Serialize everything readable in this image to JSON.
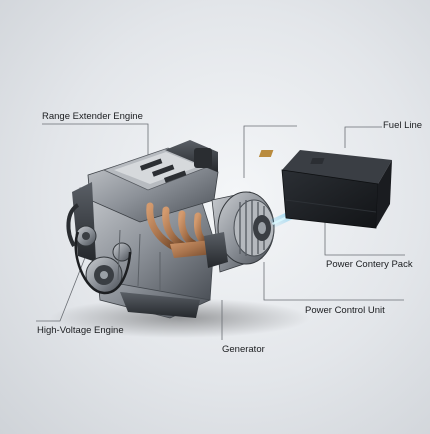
{
  "labels": {
    "range_extender_engine": "Range Extender Engine",
    "fuel_line": "Fuel Line",
    "power_battery_pack": "Power Contery Pack",
    "power_control_unit": "Power Control Unit",
    "high_voltage_engine": "High-Voltage Engine",
    "generator": "Generator"
  },
  "colors": {
    "background": "#e3e6ea",
    "leader_line": "#6a6e74",
    "battery_body": "#1e2125",
    "energy_beam": "#33c9ff",
    "exhaust_copper": "#a8734c"
  }
}
